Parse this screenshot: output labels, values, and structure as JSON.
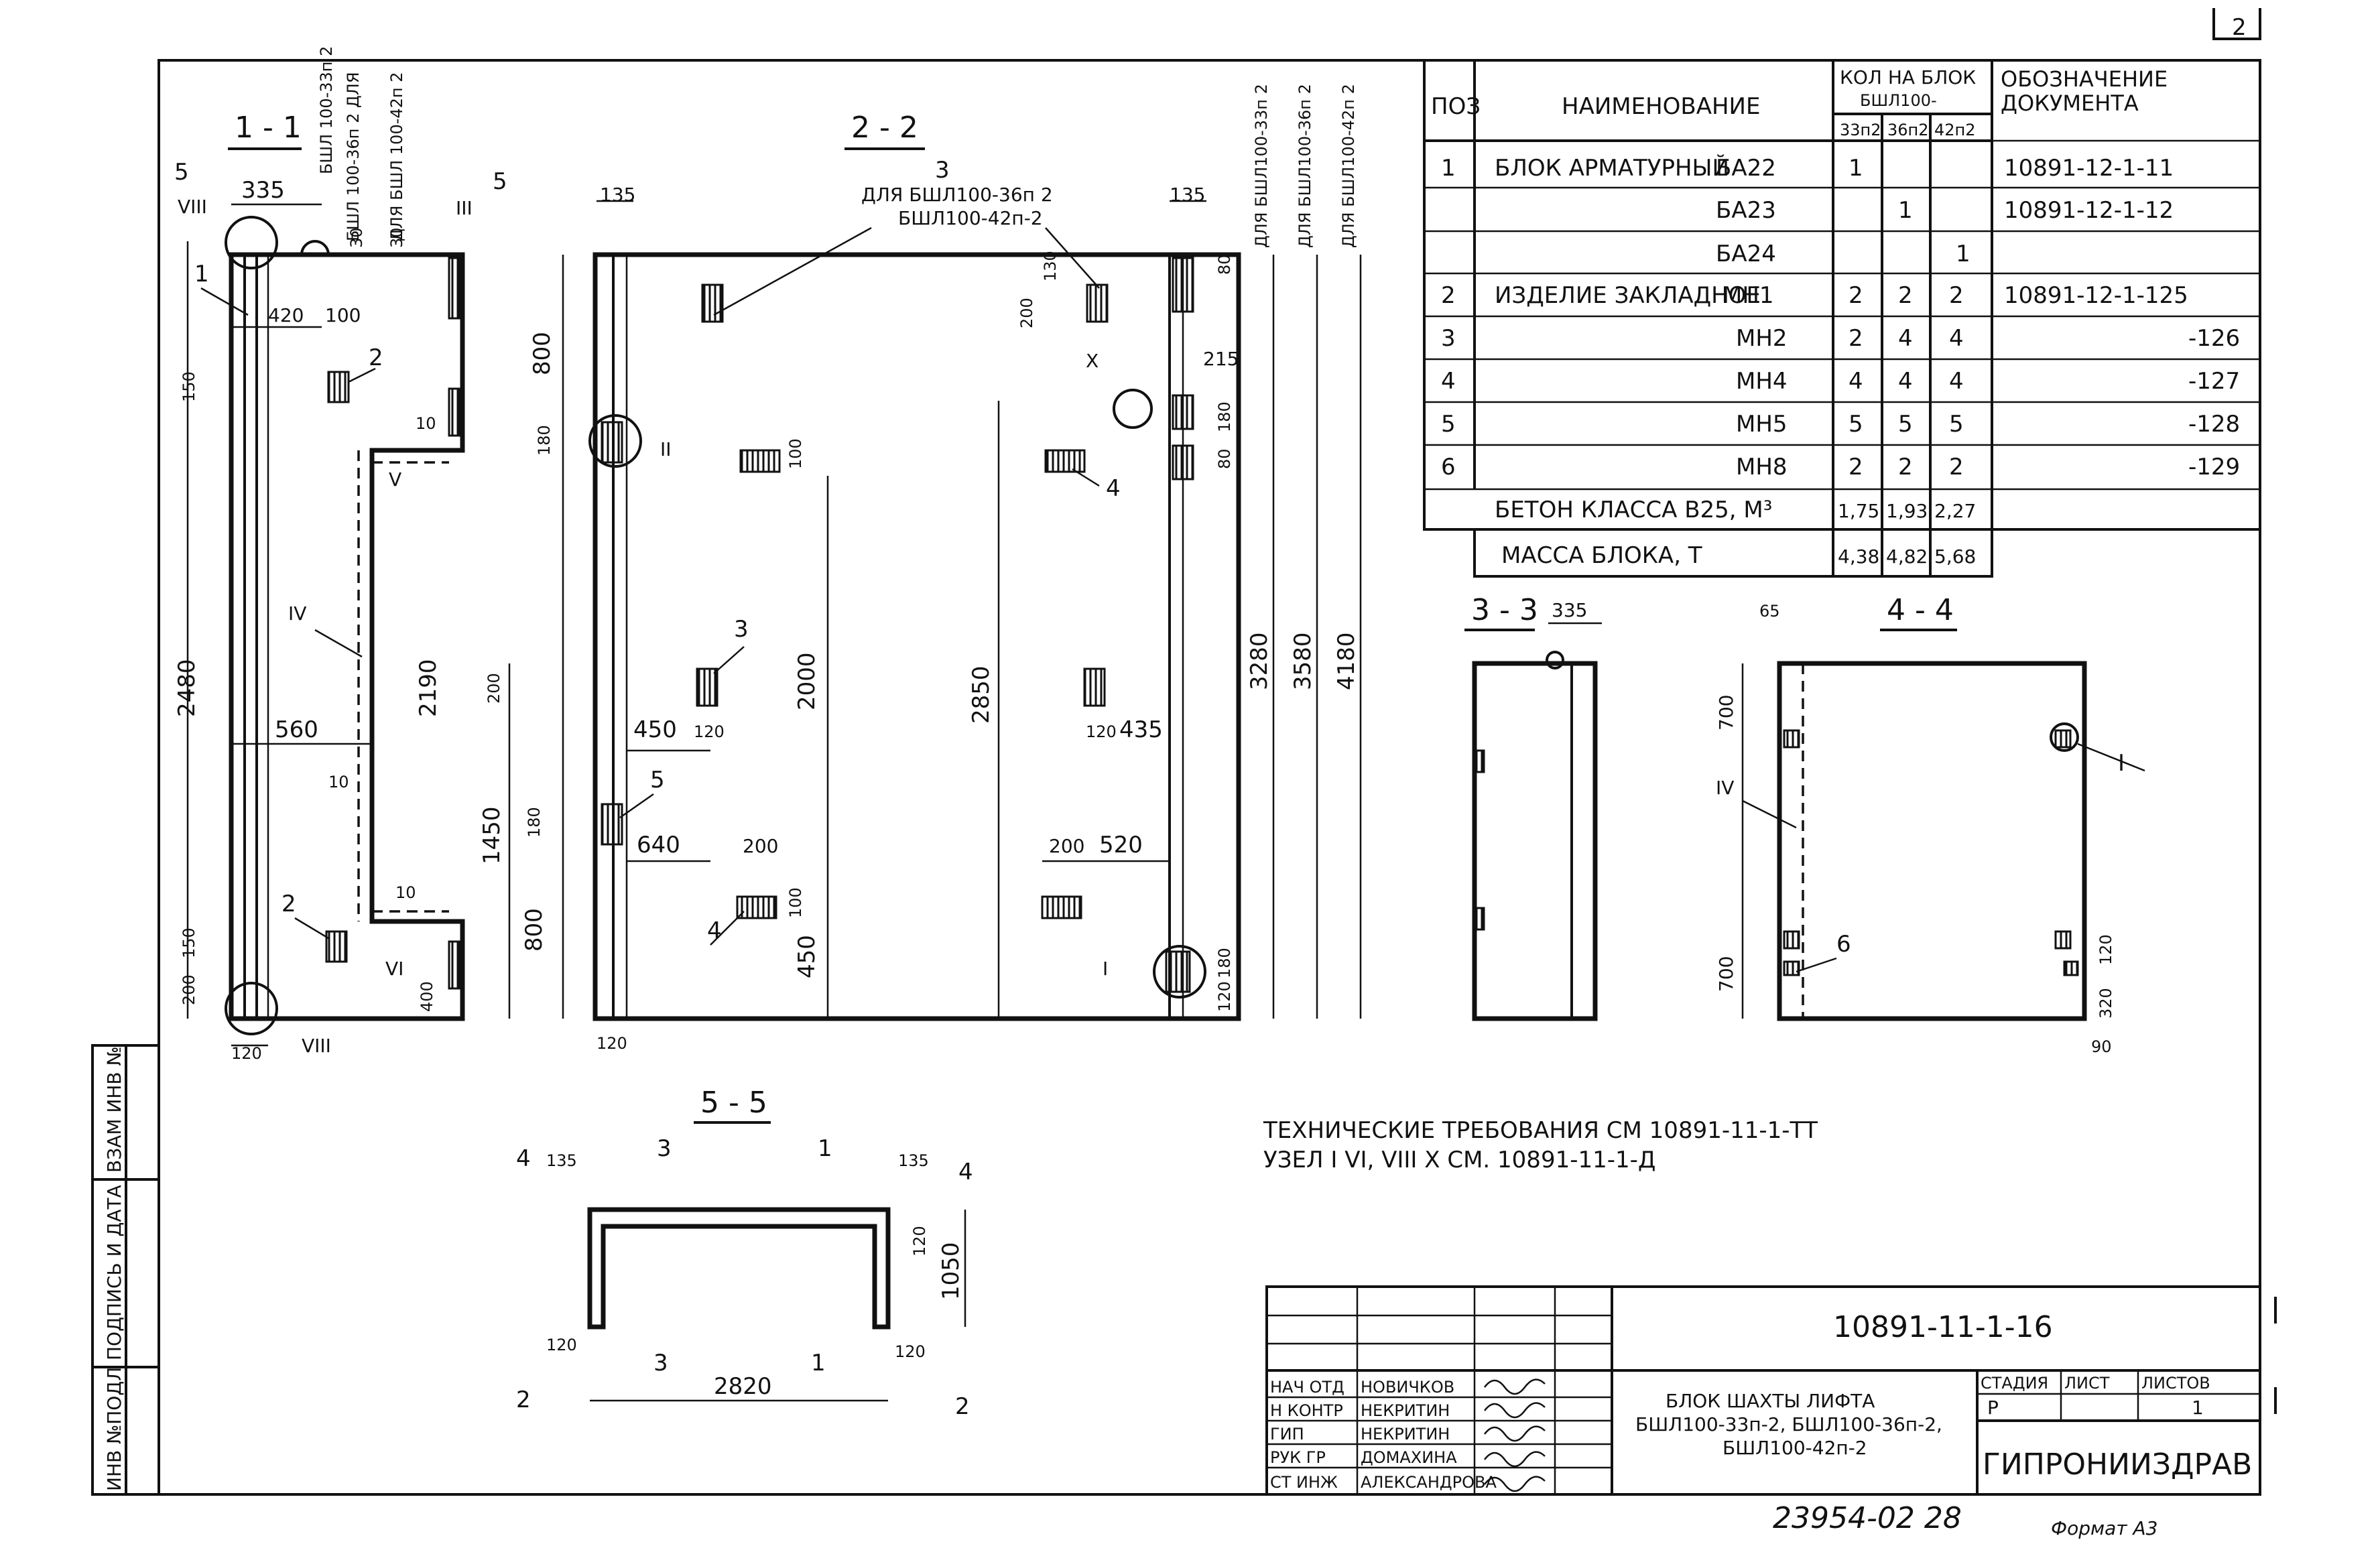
{
  "page_number": "2",
  "drawing_number": "10891-11-1-16",
  "sheet_footer": "23954-02   28",
  "format": "Формат А3",
  "org": "ГИПРОНИИЗДРАВ",
  "title_block": {
    "title_lines": [
      "БЛОК ШАХТЫ ЛИФТА",
      "БШЛ100-33п-2, БШЛ100-36п-2,",
      "БШЛ100-42п-2"
    ],
    "stage_label": "СТАДИЯ",
    "sheet_label": "ЛИСТ",
    "sheets_label": "ЛИСТОВ",
    "stage": "Р",
    "sheet": "",
    "sheets": "1",
    "roles": [
      {
        "role": "НАЧ ОТД",
        "name": "НОВИЧКОВ"
      },
      {
        "role": "Н КОНТР",
        "name": "НЕКРИТИН"
      },
      {
        "role": "ГИП",
        "name": "НЕКРИТИН"
      },
      {
        "role": "РУК ГР",
        "name": "ДОМАХИНА"
      },
      {
        "role": "СТ ИНЖ",
        "name": "АЛЕКСАНДРОВА"
      }
    ]
  },
  "left_stamp": [
    "ИНВ №ПОДЛ",
    "ПОДПИСЬ И ДАТА",
    "ВЗАМ ИНВ №"
  ],
  "spec_table": {
    "headers": {
      "pos": "ПОЗ",
      "name": "НАИМЕНОВАНИЕ",
      "qty": "КОЛ НА БЛОК",
      "qty_sub": "БШЛ100-",
      "doc": "ОБОЗНАЧЕНИЕ ДОКУМЕНТА",
      "cols": [
        "33п2",
        "36п2",
        "42п2"
      ]
    },
    "rows": [
      {
        "pos": "1",
        "name": "БЛОК АРМАТУРНЫЙ",
        "mark": "БА22",
        "q1": "1",
        "q2": "",
        "q3": "",
        "doc": "10891-12-1-11"
      },
      {
        "pos": "",
        "name": "",
        "mark": "БА23",
        "q1": "",
        "q2": "1",
        "q3": "",
        "doc": "10891-12-1-12"
      },
      {
        "pos": "",
        "name": "",
        "mark": "БА24",
        "q1": "",
        "q2": "",
        "q3": "1",
        "doc": ""
      },
      {
        "pos": "2",
        "name": "ИЗДЕЛИЕ ЗАКЛАДНОЕ",
        "mark": "МН1",
        "q1": "2",
        "q2": "2",
        "q3": "2",
        "doc": "10891-12-1-125"
      },
      {
        "pos": "3",
        "name": "",
        "mark": "МН2",
        "q1": "2",
        "q2": "4",
        "q3": "4",
        "doc": "-126"
      },
      {
        "pos": "4",
        "name": "",
        "mark": "МН4",
        "q1": "4",
        "q2": "4",
        "q3": "4",
        "doc": "-127"
      },
      {
        "pos": "5",
        "name": "",
        "mark": "МН5",
        "q1": "5",
        "q2": "5",
        "q3": "5",
        "doc": "-128"
      },
      {
        "pos": "6",
        "name": "",
        "mark": "МН8",
        "q1": "2",
        "q2": "2",
        "q3": "2",
        "doc": "-129"
      },
      {
        "pos": "",
        "name": "БЕТОН КЛАССА В25, М³",
        "mark": "",
        "q1": "1,75",
        "q2": "1,93",
        "q3": "2,27",
        "doc": ""
      },
      {
        "pos": "",
        "name": "МАССА БЛОКА, Т",
        "mark": "",
        "q1": "4,38",
        "q2": "4,82",
        "q3": "5,68",
        "doc": ""
      }
    ]
  },
  "notes": {
    "line1": "ТЕХНИЧЕСКИЕ ТРЕБОВАНИЯ СМ 10891-11-1-ТТ",
    "line2": "УЗЕЛ I VI, VIII X СМ. 10891-11-1-Д"
  },
  "sections": {
    "s11": "1 - 1",
    "s22": "2 - 2",
    "s33": "3 - 3",
    "s44": "4 - 4",
    "s55": "5 - 5"
  },
  "dims": {
    "s11": [
      "335",
      "420",
      "100",
      "560",
      "150",
      "2480",
      "2190",
      "200",
      "150",
      "400",
      "120",
      "10",
      "10",
      "10",
      "30",
      "30"
    ],
    "s11_marks": [
      "БШЛ 100-33п 2",
      "БШЛ 100-36п 2 ДЛЯ",
      "ДЛЯ БШЛ 100-42п 2"
    ],
    "s22": [
      "135",
      "800",
      "180",
      "200",
      "450",
      "120",
      "180",
      "640",
      "200",
      "800",
      "450",
      "2000",
      "1450",
      "120",
      "2850",
      "120",
      "435",
      "200",
      "520",
      "135",
      "200",
      "130",
      "80",
      "215",
      "180",
      "80",
      "120",
      "180",
      "3280",
      "3580",
      "4180",
      "100",
      "100"
    ],
    "s22_marks": [
      "ДЛЯ БШЛ100-33п 2",
      "ДЛЯ БШЛ100-36п 2",
      "ДЛЯ БШЛ100-42п 2"
    ],
    "s22_note": [
      "ДЛЯ БШЛ100-36п 2",
      "БШЛ100-42п-2"
    ],
    "s33": [
      "335"
    ],
    "s44": [
      "65",
      "700",
      "700",
      "120",
      "320",
      "90"
    ],
    "s55": [
      "135",
      "135",
      "120",
      "1050",
      "120",
      "120",
      "2820"
    ]
  },
  "callouts": {
    "numbers": [
      "1",
      "2",
      "2",
      "3",
      "3",
      "4",
      "4",
      "5",
      "5",
      "6",
      "3",
      "1",
      "3",
      "1",
      "4",
      "4",
      "2",
      "2",
      "5",
      "5"
    ],
    "nodes": [
      "VIII",
      "III",
      "V",
      "IV",
      "VI",
      "VIII",
      "II",
      "X",
      "I",
      "IV",
      "I"
    ]
  }
}
